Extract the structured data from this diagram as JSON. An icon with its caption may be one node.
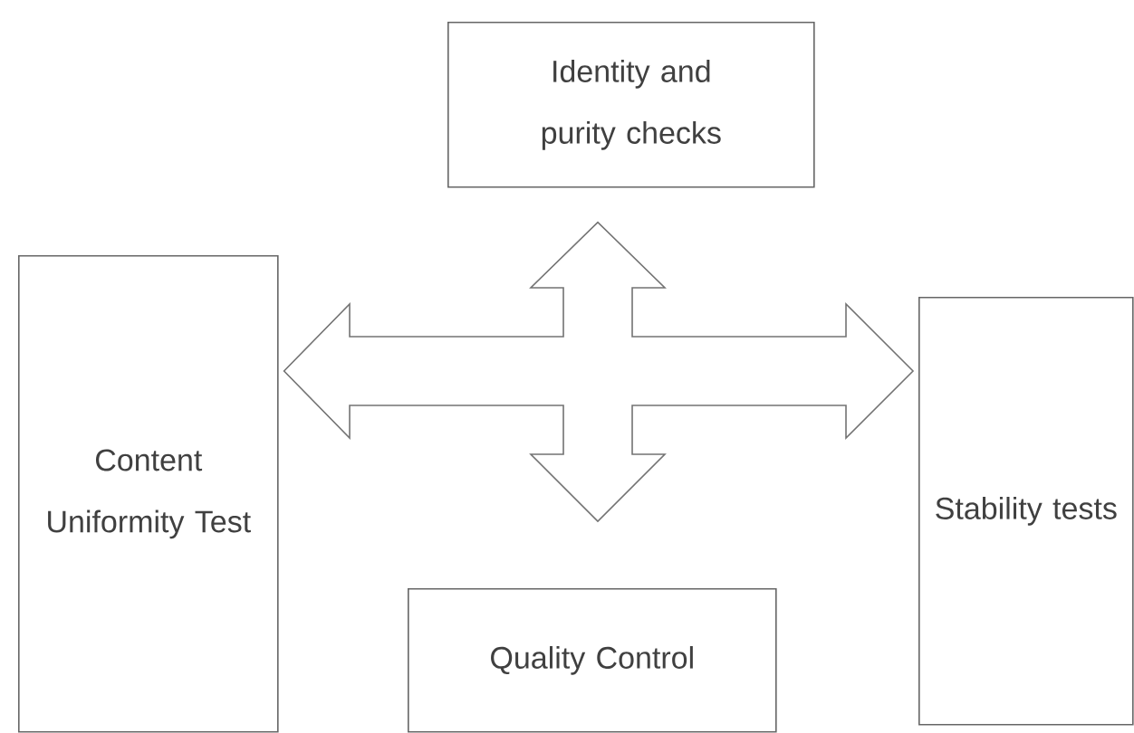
{
  "diagram": {
    "nodes": [
      {
        "text": [
          "Identity and purity checks"
        ]
      },
      {
        "text": [
          "Content Uniformity Test"
        ]
      },
      {
        "text": [
          "Stability tests"
        ]
      },
      {
        "text": [
          "Quality Control"
        ]
      }
    ],
    "edges": [
      {
        "from": 1,
        "to": 2,
        "arrow": "both"
      },
      {
        "from": 3,
        "to": 0,
        "arrow": "both"
      }
    ]
  }
}
